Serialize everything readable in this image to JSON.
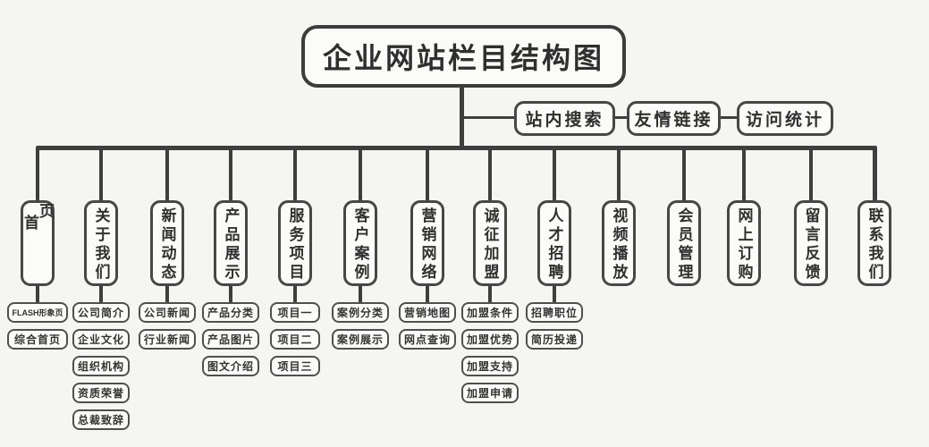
{
  "title": "企业网站栏目结构图",
  "colors": {
    "background": "#f5f5f3",
    "line": "#3e3e3e",
    "box_border": "#474747",
    "box_fill": "#fbfbfa",
    "text": "#303030"
  },
  "aux_nodes": [
    {
      "label": "站内搜索"
    },
    {
      "label": "友情链接"
    },
    {
      "label": "访问统计"
    }
  ],
  "columns": [
    {
      "label": "首页",
      "children": [
        "FLASH形象页",
        "综合首页"
      ]
    },
    {
      "label": "关于我们",
      "children": [
        "公司简介",
        "企业文化",
        "组织机构",
        "资质荣誉",
        "总裁致辞"
      ]
    },
    {
      "label": "新闻动态",
      "children": [
        "公司新闻",
        "行业新闻"
      ]
    },
    {
      "label": "产品展示",
      "children": [
        "产品分类",
        "产品图片",
        "图文介绍"
      ]
    },
    {
      "label": "服务项目",
      "children": [
        "项目一",
        "项目二",
        "项目三"
      ]
    },
    {
      "label": "客户案例",
      "children": [
        "案例分类",
        "案例展示"
      ]
    },
    {
      "label": "营销网络",
      "children": [
        "营销地图",
        "网点查询"
      ]
    },
    {
      "label": "诚征加盟",
      "children": [
        "加盟条件",
        "加盟优势",
        "加盟支持",
        "加盟申请"
      ]
    },
    {
      "label": "人才招聘",
      "children": [
        "招聘职位",
        "简历投递"
      ]
    },
    {
      "label": "视频播放",
      "children": []
    },
    {
      "label": "会员管理",
      "children": []
    },
    {
      "label": "网上订购",
      "children": []
    },
    {
      "label": "留言反馈",
      "children": []
    },
    {
      "label": "联系我们",
      "children": []
    }
  ]
}
